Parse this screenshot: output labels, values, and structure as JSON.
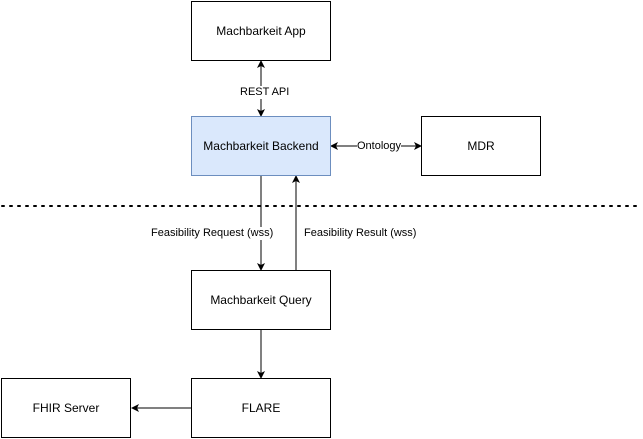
{
  "nodes": {
    "app": "Machbarkeit App",
    "backend": "Machbarkeit Backend",
    "mdr": "MDR",
    "query": "Machbarkeit Query",
    "flare": "FLARE",
    "fhir": "FHIR Server"
  },
  "edges": {
    "rest_api": "REST API",
    "ontology": "Ontology",
    "feasibility_request": "Feasibility Request (wss)",
    "feasibility_result": "Feasibility Result (wss)"
  },
  "colors": {
    "highlight_fill": "#dae8fc",
    "highlight_stroke": "#6c8ebf",
    "line": "#000000"
  }
}
